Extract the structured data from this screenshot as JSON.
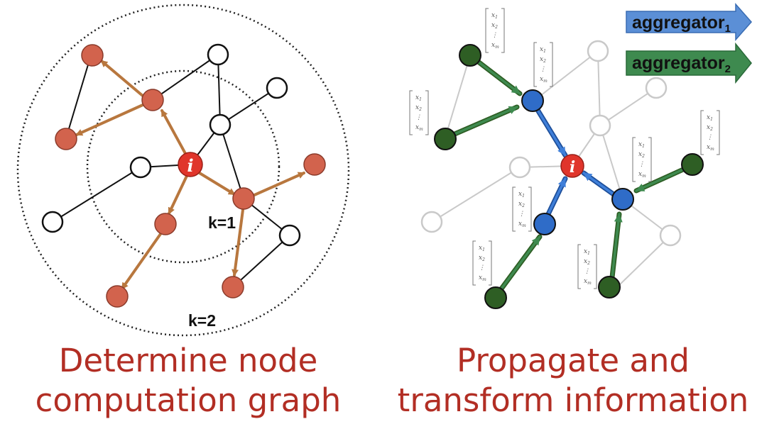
{
  "left_panel": {
    "node_label": "i",
    "ring_labels": [
      "k=1",
      "k=2"
    ],
    "caption_lines": [
      "Determine node",
      "computation graph"
    ]
  },
  "right_panel": {
    "node_label": "i",
    "legend": [
      {
        "text": "aggregator",
        "sub": "1",
        "color": "#5b8fd6"
      },
      {
        "text": "aggregator",
        "sub": "2",
        "color": "#3e8a4f"
      }
    ],
    "feature_vector": [
      "x",
      "1",
      "x",
      "2",
      "⋮",
      "x",
      "m"
    ],
    "caption_lines": [
      "Propagate and",
      "transform information"
    ]
  },
  "colors": {
    "target_node": "#e0352b",
    "sampled_node": "#d2634d",
    "sample_arrow": "#b8773e",
    "hop1_node": "#2f6cc8",
    "hop2_node": "#2e5e24",
    "caption": "#b22e24"
  }
}
